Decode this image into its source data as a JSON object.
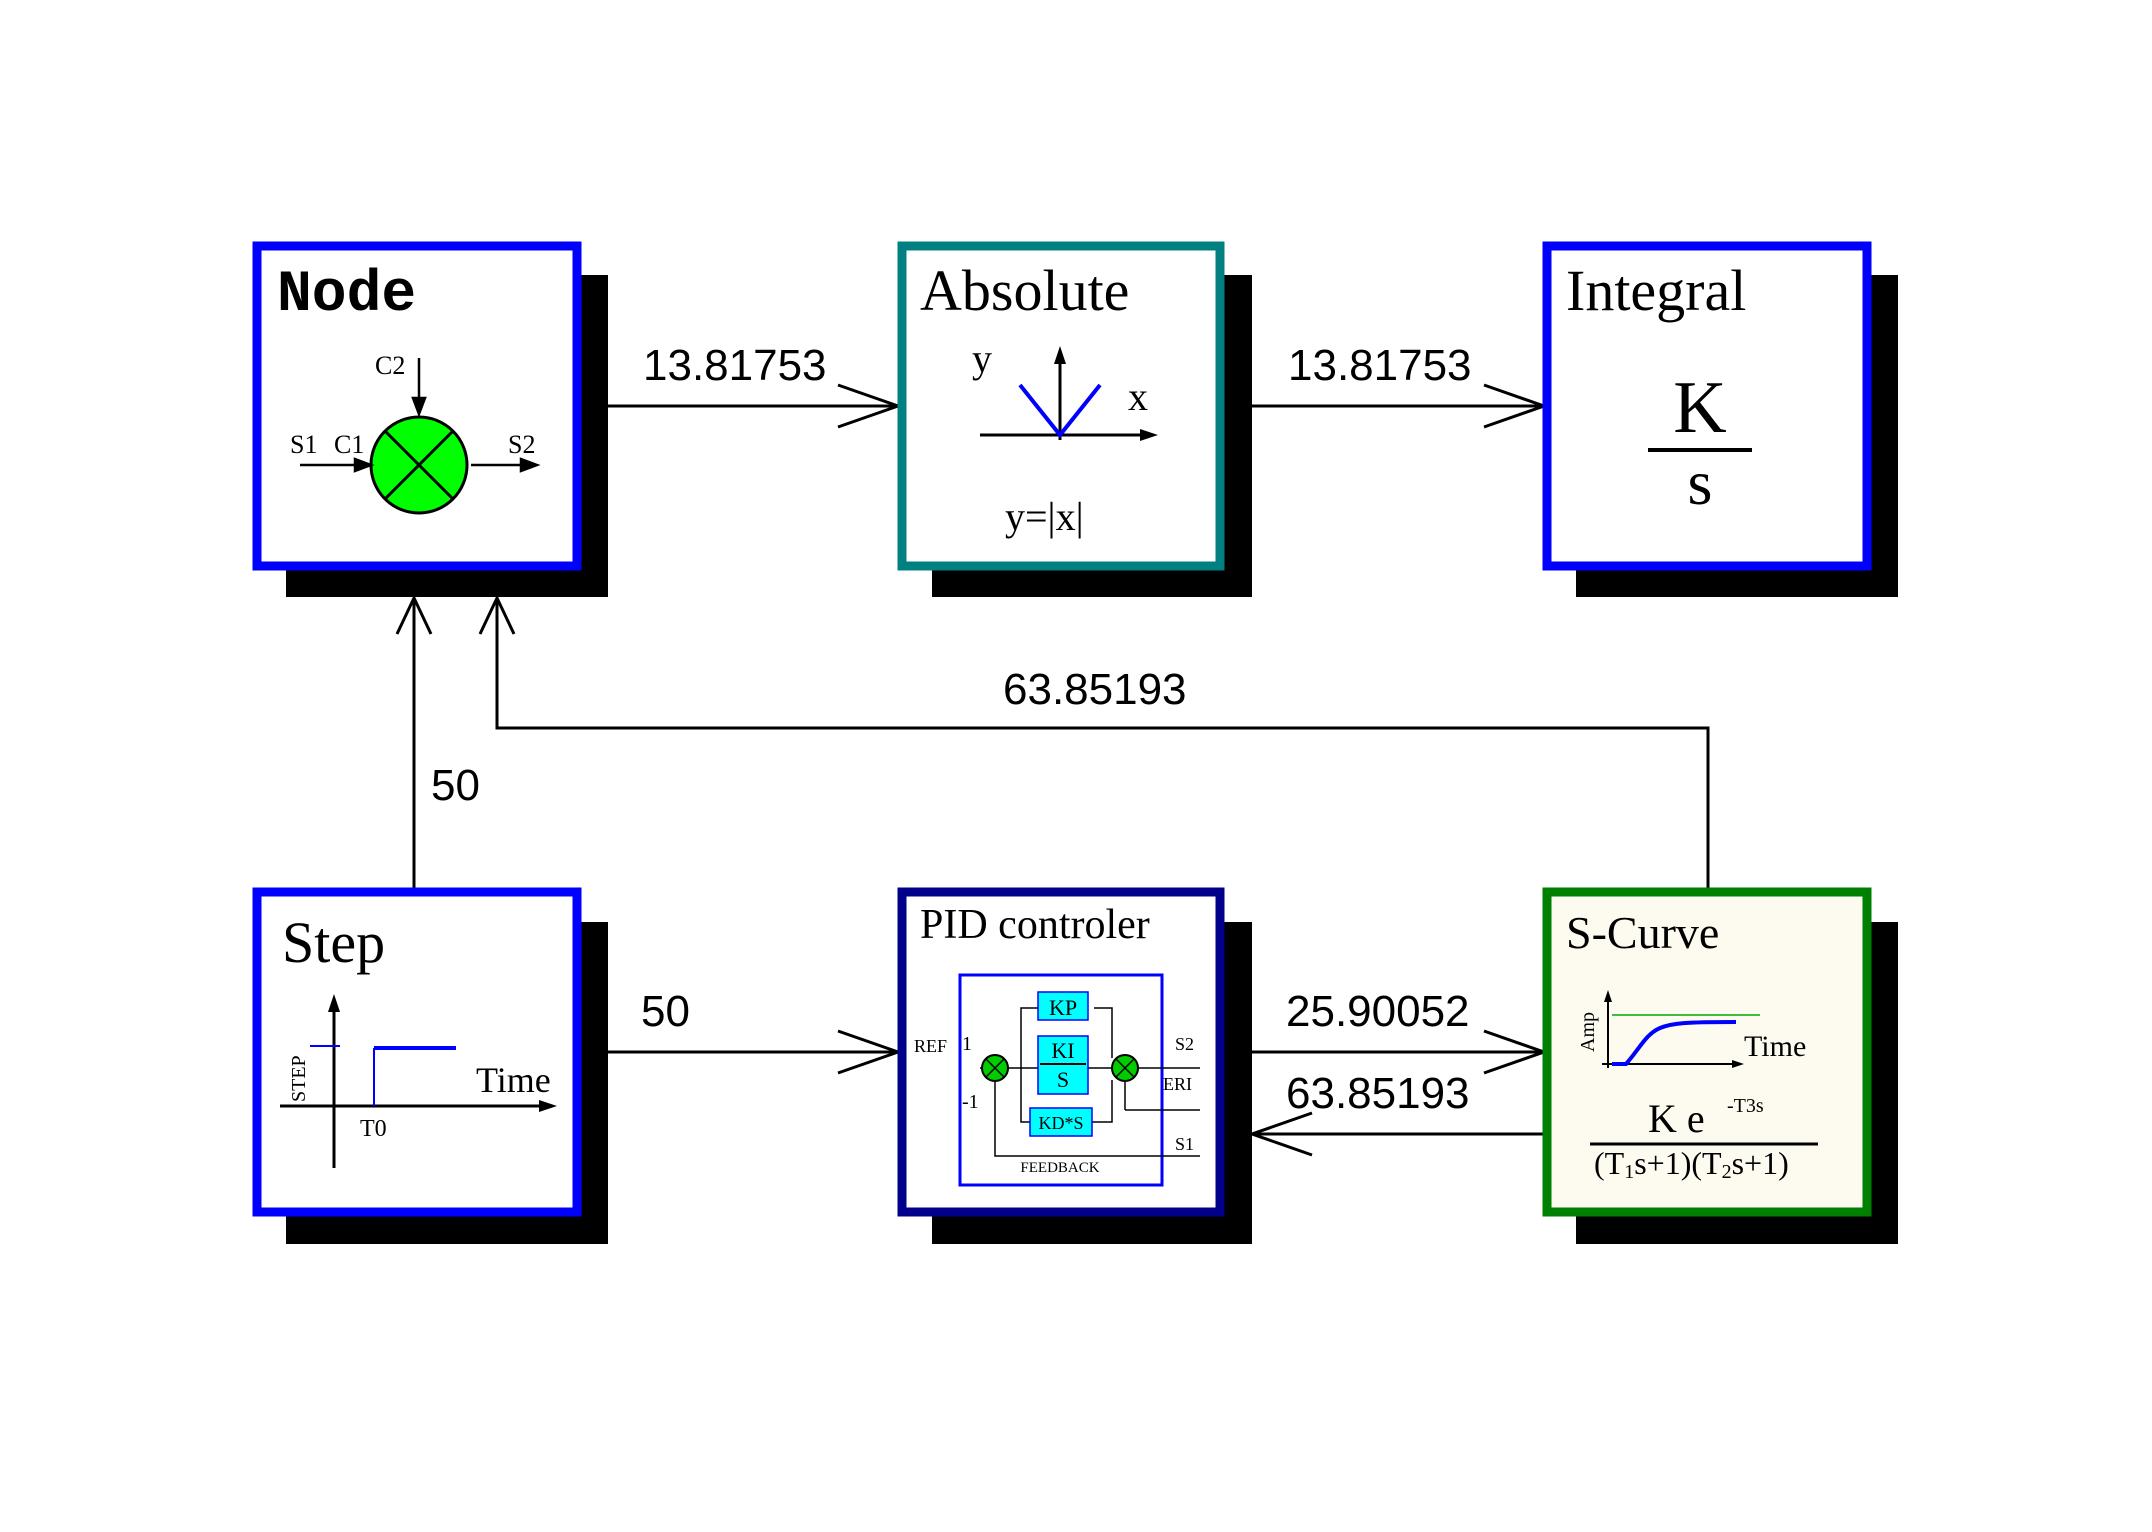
{
  "blocks": {
    "node": {
      "title": "Node",
      "ports": {
        "s1": "S1",
        "c1": "C1",
        "c2": "C2",
        "s2": "S2"
      },
      "border_color": "#0000ff",
      "sum_color": "#00ff00"
    },
    "absolute": {
      "title": "Absolute",
      "axis_y": "y",
      "axis_x": "x",
      "formula": "y=|x|",
      "border_color": "#008080"
    },
    "integral": {
      "title": "Integral",
      "numerator": "K",
      "denominator": "s",
      "border_color": "#0000ff"
    },
    "step": {
      "title": "Step",
      "y_label": "STEP",
      "x_label": "Time",
      "t0_label": "T0",
      "border_color": "#0000ff"
    },
    "pid": {
      "title": "PID controler",
      "ref": "REF",
      "one": "1",
      "minus_one": "-1",
      "kp": "KP",
      "ki": "KI",
      "ki_den": "S",
      "kd": "KD*S",
      "s2": "S2",
      "eri": "ERI",
      "s1": "S1",
      "feedback": "FEEDBACK",
      "border_color": "#00008b",
      "gain_color": "#00ffff"
    },
    "scurve": {
      "title": "S-Curve",
      "y_label": "Amp",
      "x_label": "Time",
      "num_k": "K e",
      "num_exp": "-T3s",
      "den_a": "(T",
      "den_a_sub": "1",
      "den_b": "s+1)(T",
      "den_b_sub": "2",
      "den_c": "s+1)",
      "border_color": "#008000",
      "fill_color": "#fdfaf0"
    }
  },
  "signals": {
    "node_to_absolute": "13.81753",
    "absolute_to_integral": "13.81753",
    "feedback_to_node": "63.85193",
    "step_to_node": "50",
    "step_to_pid": "50",
    "pid_to_scurve": "25.90052",
    "scurve_to_pid": "63.85193"
  }
}
